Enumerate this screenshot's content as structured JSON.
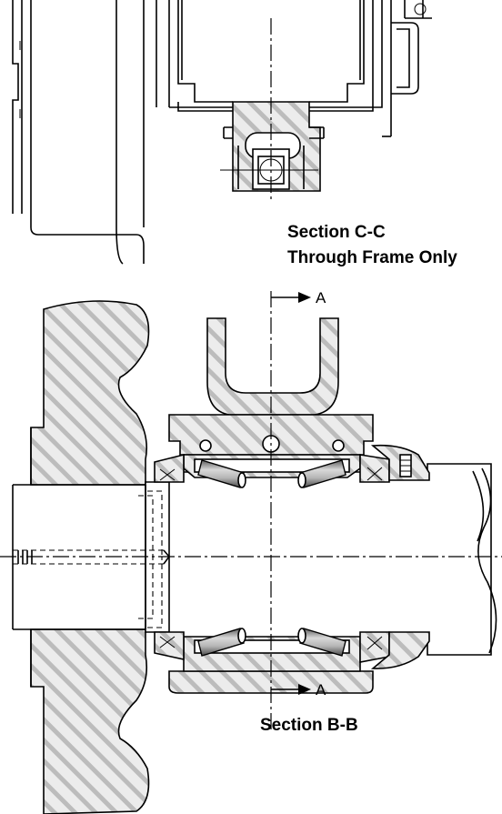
{
  "section_cc": {
    "title_line1": "Section C-C",
    "title_line2": "Through Frame Only"
  },
  "section_bb": {
    "title": "Section B-B"
  },
  "cut_markers": {
    "top": "A",
    "bottom": "A"
  },
  "colors": {
    "line": "#000000",
    "hatch_fill": "#ececec",
    "hatch_stripe": "#b9b9b9",
    "roller_light": "#d6d6d6",
    "roller_dark": "#6a6a6a"
  }
}
